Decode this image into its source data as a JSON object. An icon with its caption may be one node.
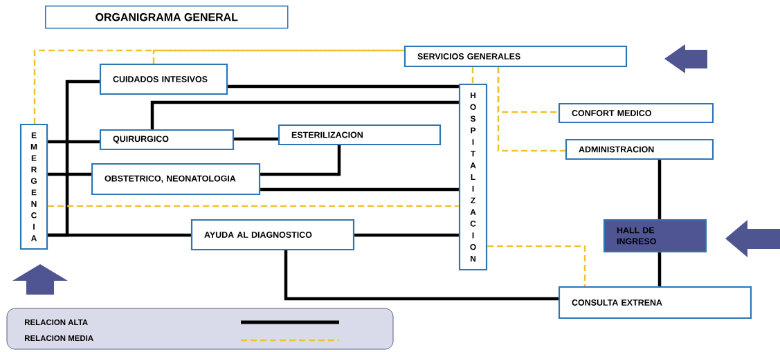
{
  "diagram": {
    "title": "ORGANIGRAMA GENERAL",
    "nodes": [
      {
        "text": [
          "SERVICIOS GENERALES"
        ]
      },
      {
        "text": [
          "CUIDADOS INTESIVOS"
        ]
      },
      {
        "text": [
          "HOSPITALIZACION"
        ]
      },
      {
        "text": [
          "CONFORT MEDICO"
        ]
      },
      {
        "text": [
          "EMERGENCIA"
        ]
      },
      {
        "text": [
          "QUIRURGICO"
        ]
      },
      {
        "text": [
          "ESTERILIZACION"
        ]
      },
      {
        "text": [
          "ADMINISTRACION"
        ]
      },
      {
        "text": [
          "OBSTETRICO, NEONATOLOGIA"
        ]
      },
      {
        "text": [
          "AYUDA AL DIAGNOSTICO"
        ]
      },
      {
        "text": [
          "HALL DE INGRESO"
        ]
      },
      {
        "text": [
          "CONSULTA EXTRENA"
        ]
      }
    ],
    "edges": [
      {
        "from": 4,
        "to": 1,
        "arrow": "none"
      },
      {
        "from": 4,
        "to": 5,
        "arrow": "none"
      },
      {
        "from": 4,
        "to": 8,
        "arrow": "none"
      },
      {
        "from": 4,
        "to": 9,
        "arrow": "none"
      },
      {
        "from": 1,
        "to": 2,
        "arrow": "none"
      },
      {
        "from": 5,
        "to": 2,
        "arrow": "none"
      },
      {
        "from": 5,
        "to": 6,
        "arrow": "none"
      },
      {
        "from": 6,
        "to": 8,
        "arrow": "none"
      },
      {
        "from": 8,
        "to": 2,
        "arrow": "none"
      },
      {
        "from": 9,
        "to": 2,
        "arrow": "none"
      },
      {
        "from": 9,
        "to": 11,
        "arrow": "none"
      },
      {
        "from": 7,
        "to": 10,
        "arrow": "none"
      },
      {
        "from": 10,
        "to": 11,
        "arrow": "none"
      },
      {
        "from": 4,
        "to": 0,
        "arrow": "none",
        "style": "dashed",
        "color": "#f2c12e"
      },
      {
        "from": 1,
        "to": 0,
        "arrow": "none",
        "style": "dashed",
        "color": "#f2c12e"
      },
      {
        "from": 0,
        "to": 2,
        "arrow": "none",
        "style": "dashed",
        "color": "#f2c12e"
      },
      {
        "from": 0,
        "to": 3,
        "arrow": "none",
        "style": "dashed",
        "color": "#f2c12e"
      },
      {
        "from": 0,
        "to": 7,
        "arrow": "none",
        "style": "dashed",
        "color": "#f2c12e"
      },
      {
        "from": 4,
        "to": 2,
        "arrow": "none",
        "style": "dashed",
        "color": "#f2c12e"
      },
      {
        "from": 2,
        "to": 11,
        "arrow": "none",
        "style": "dashed",
        "color": "#f2c12e"
      }
    ],
    "legend": [
      {
        "text": "RELACION ALTA"
      },
      {
        "text": "RELACION MEDIA"
      }
    ]
  }
}
